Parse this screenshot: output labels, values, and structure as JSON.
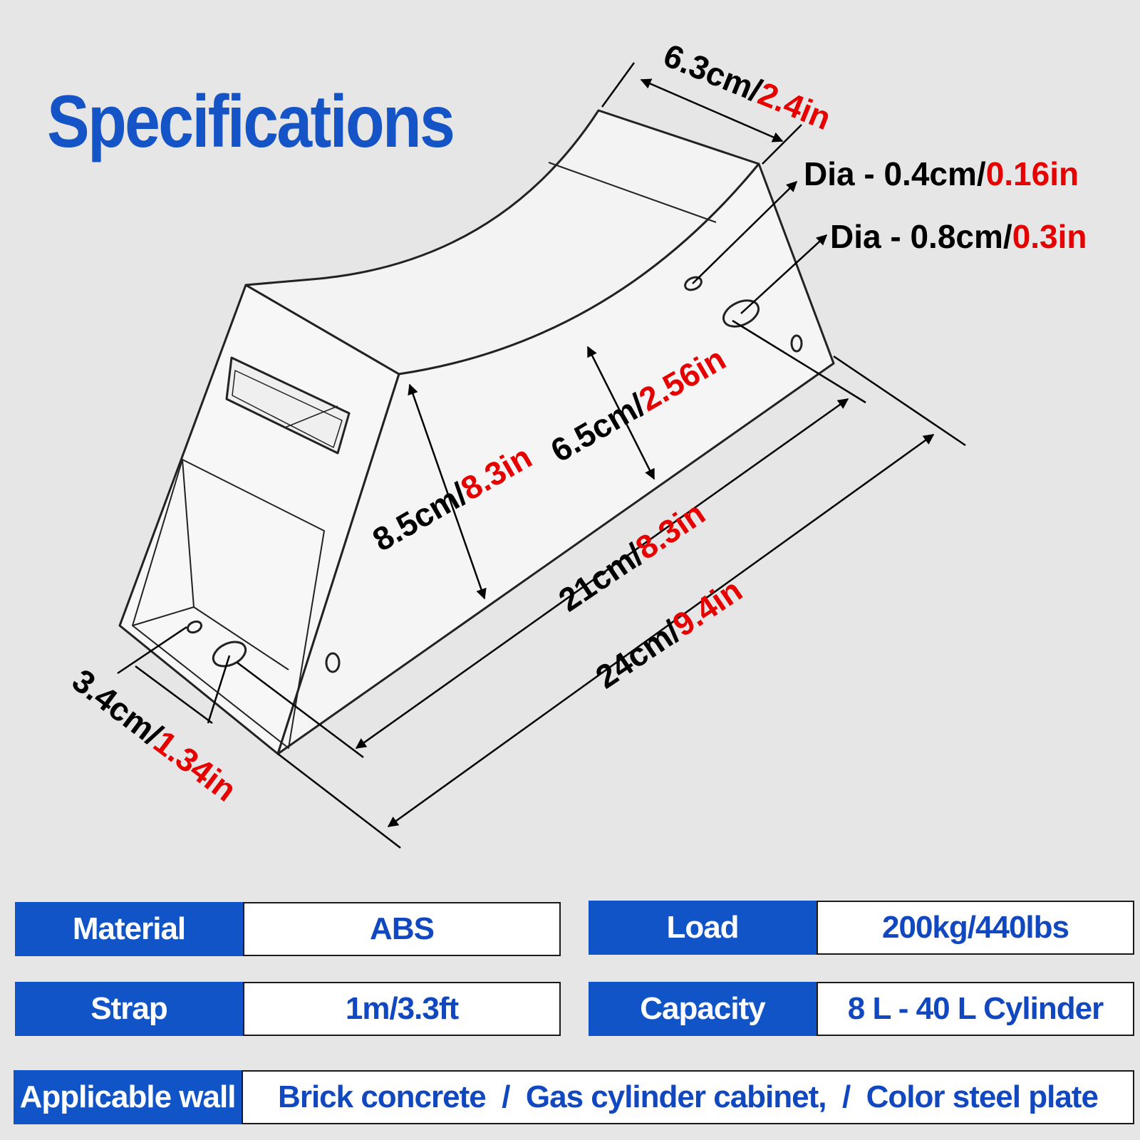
{
  "title": "Specifications",
  "dimensions": {
    "top_width": {
      "cm": "6.3cm/",
      "in": "2.4in"
    },
    "hole_small": {
      "cm": "Dia - 0.4cm/",
      "in": "0.16in"
    },
    "hole_large": {
      "cm": "Dia - 0.8cm/",
      "in": "0.3in"
    },
    "height": {
      "cm": "8.5cm/",
      "in": "8.3in"
    },
    "dip_height": {
      "cm": "6.5cm/",
      "in": "2.56in"
    },
    "inner_length": {
      "cm": "21cm/",
      "in": "8.3in"
    },
    "total_length": {
      "cm": "24cm/",
      "in": "9.4in"
    },
    "base_width": {
      "cm": "3.4cm/",
      "in": "1.34in"
    }
  },
  "specs": {
    "material": {
      "label": "Material",
      "value": "ABS"
    },
    "load": {
      "label": "Load",
      "value": "200kg/440lbs"
    },
    "strap": {
      "label": "Strap",
      "value": "1m/3.3ft"
    },
    "capacity": {
      "label": "Capacity",
      "value": "8 L - 40 L Cylinder"
    },
    "wall": {
      "label": "Applicable wall",
      "value": "Brick concrete  /  Gas cylinder cabinet,  /  Color steel plate"
    }
  },
  "colors": {
    "brand_blue": "#1554c6",
    "accent_red": "#e60000",
    "background": "#e6e6e6"
  }
}
